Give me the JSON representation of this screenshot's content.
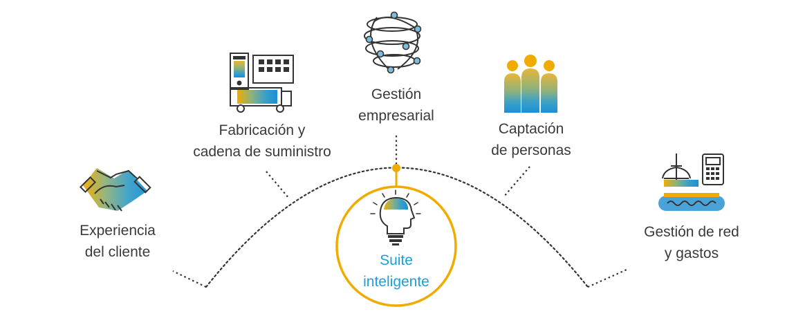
{
  "colors": {
    "accent": "#f0ab00",
    "blue": "#1aa0d8",
    "green": "#7fae80",
    "dark": "#333333",
    "text": "#3a3a3a"
  },
  "categories": [
    {
      "id": "customer",
      "icon": "handshake-icon",
      "line1": "Experiencia",
      "line2": "del cliente"
    },
    {
      "id": "manufacturing",
      "icon": "factory-truck-icon",
      "line1": "Fabricación y",
      "line2": "cadena de suministro"
    },
    {
      "id": "enterprise",
      "icon": "globe-network-icon",
      "line1": "Gestión",
      "line2": "empresarial"
    },
    {
      "id": "people",
      "icon": "people-icon",
      "line1": "Captación",
      "line2": "de personas"
    },
    {
      "id": "network",
      "icon": "travel-expense-icon",
      "line1": "Gestión de red",
      "line2": "y gastos"
    }
  ],
  "center": {
    "icon": "lightbulb-head-icon",
    "line1": "Suite",
    "line2": "inteligente"
  }
}
